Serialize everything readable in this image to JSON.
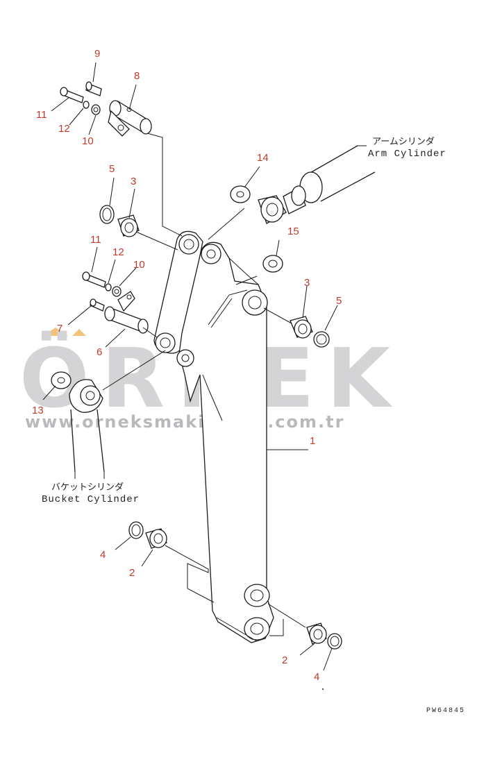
{
  "watermark": {
    "brand": "ÖRNEK",
    "url": "www.orneksmakinalari.com.tr"
  },
  "callouts": {
    "arm_cylinder_jp": "アームシリンダ",
    "arm_cylinder_en": "Arm Cylinder",
    "bucket_cylinder_jp": "バケットシリンダ",
    "bucket_cylinder_en": "Bucket Cylinder"
  },
  "drawing_code": "PW64845",
  "part_numbers": {
    "p1": "1",
    "p2_top": "2",
    "p2_bottom": "2",
    "p3_left": "3",
    "p3_right": "3",
    "p4_top": "4",
    "p4_bottom": "4",
    "p5_left": "5",
    "p5_right": "5",
    "p6": "6",
    "p7": "7",
    "p8": "8",
    "p9": "9",
    "p10_top": "10",
    "p10_mid": "10",
    "p11_top": "11",
    "p11_mid": "11",
    "p12_top": "12",
    "p12_mid": "12",
    "p13": "13",
    "p14": "14",
    "p15": "15"
  },
  "colors": {
    "label_red": "#c0392b",
    "line_black": "#1a1a1a",
    "watermark_gray": "#d4d4d6",
    "watermark_orange": "#f3c27a"
  }
}
